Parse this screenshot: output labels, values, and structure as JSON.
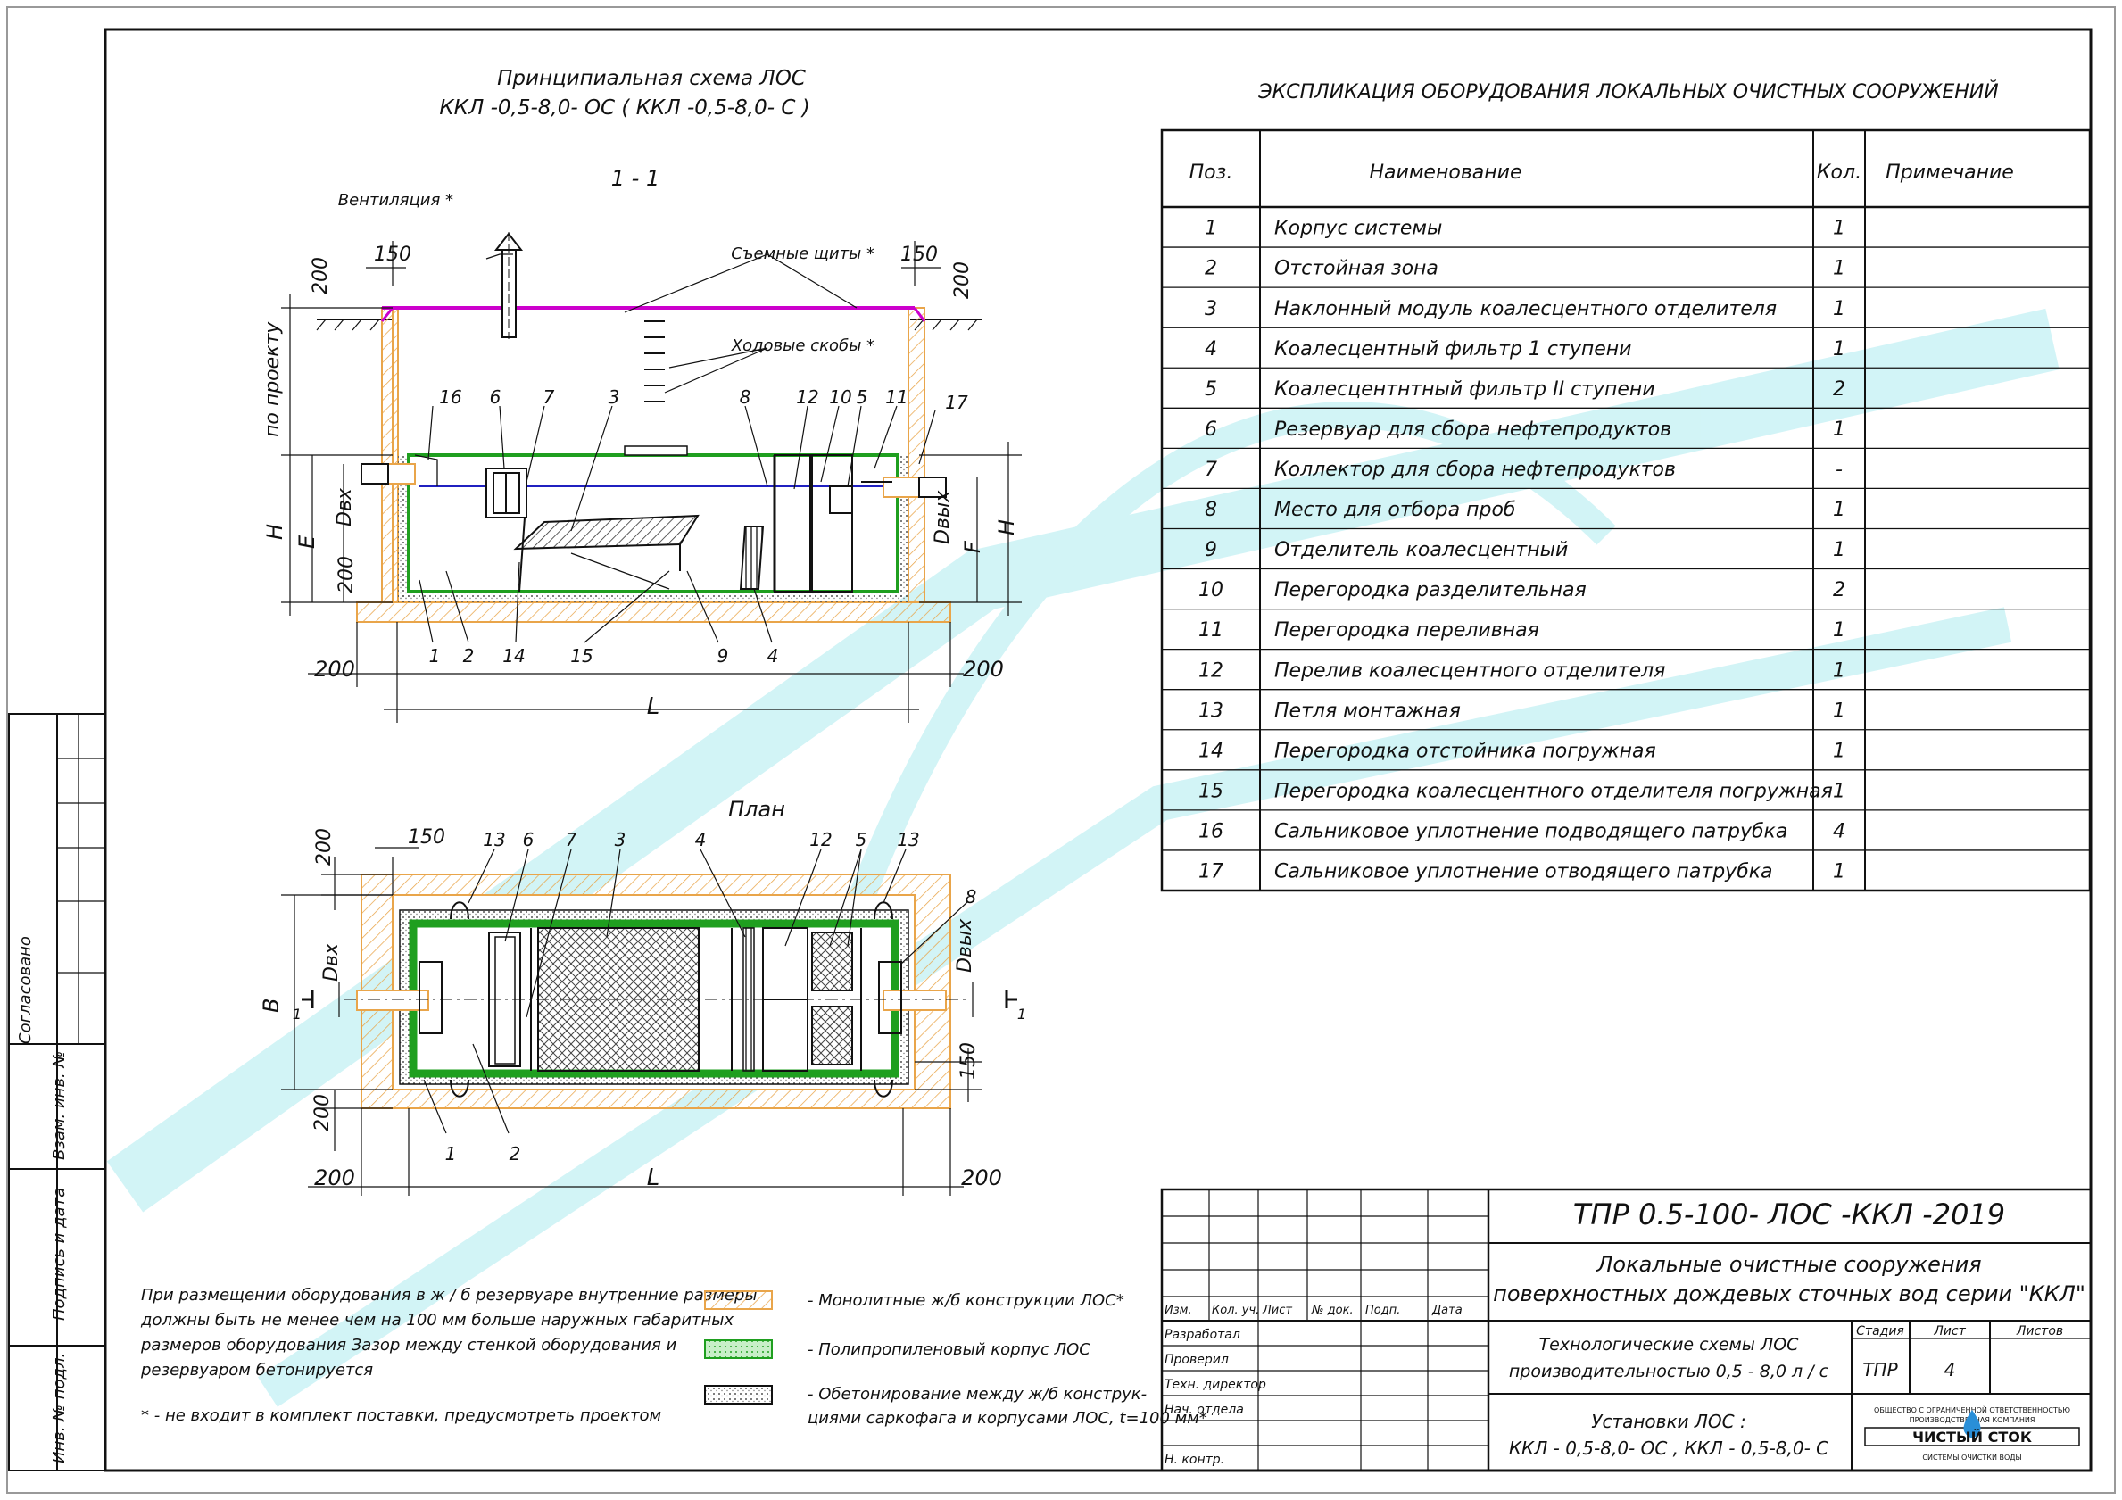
{
  "scheme": {
    "title_line1": "Принципиальная схема  ЛОС",
    "title_line2": "ККЛ -0,5-8,0- ОС   ( ККЛ -0,5-8,0- С )",
    "section_label": "1 - 1",
    "plan_label": "План"
  },
  "section_labels": {
    "ventilation": "Вентиляция *",
    "removable_panels": "Съемные щиты *",
    "ladder_rungs": "Ходовые скобы *",
    "by_project": "по проекту",
    "d150_left": "150",
    "d150_right": "150",
    "d200_top_left": "200",
    "d200_top_right": "200",
    "d200_side": "200",
    "d200_bottom_left": "200",
    "d200_bottom_right": "200",
    "H": "H",
    "E": "E",
    "F": "F",
    "D_in": "Dвх",
    "D_out": "Dвых",
    "L": "L",
    "top_callouts": [
      "16",
      "6",
      "7",
      "3",
      "8",
      "12",
      "10",
      "5",
      "11",
      "17"
    ],
    "bottom_callouts": [
      "1",
      "2",
      "14",
      "15",
      "9",
      "4"
    ]
  },
  "plan_labels": {
    "d200_top": "200",
    "d150_top": "150",
    "d150_side": "150",
    "d200_bottom": "200",
    "d200_left": "200",
    "d200_right": "200",
    "B": "B",
    "D_in": "Dвх",
    "D_out": "Dвых",
    "L": "L",
    "cut": "1",
    "top_callouts": [
      "13",
      "6",
      "7",
      "3",
      "4",
      "12",
      "5",
      "13",
      "8"
    ],
    "bottom_callouts": [
      "1",
      "2"
    ]
  },
  "notes": {
    "main": [
      "При размещении оборудования в ж / б резервуаре внутренние размеры",
      "должны быть не менее чем на  100  мм больше наружных габаритных",
      "размеров оборудования Зазор между стенкой оборудования и",
      "резервуаром бетонируется"
    ],
    "footnote": "* - не входит в комплект поставки, предусмотреть проектом"
  },
  "legend": [
    {
      "label": "- Монолитные ж/б конструкции ЛОС*"
    },
    {
      "label": "- Полипропиленовый корпус ЛОС"
    },
    {
      "label_lines": [
        "- Обетонирование между ж/б конструк-",
        "циями саркофага и корпусами ЛОС, t=100 мм*"
      ]
    }
  ],
  "explication": {
    "title": "ЭКСПЛИКАЦИЯ ОБОРУДОВАНИЯ ЛОКАЛЬНЫХ ОЧИСТНЫХ СООРУЖЕНИЙ",
    "headers": [
      "Поз.",
      "Наименование",
      "Кол.",
      "Примечание"
    ],
    "rows": [
      [
        "1",
        "Корпус системы",
        "1"
      ],
      [
        "2",
        "Отстойная зона",
        "1"
      ],
      [
        "3",
        "Наклонный модуль коалесцентного отделителя",
        "1"
      ],
      [
        "4",
        "Коалесцентный фильтр  1  ступени",
        "1"
      ],
      [
        "5",
        "Коалесцентнтный фильтр  II  ступени",
        "2"
      ],
      [
        "6",
        "Резервуар для сбора нефтепродуктов",
        "1"
      ],
      [
        "7",
        "Коллектор для сбора нефтепродуктов",
        "-"
      ],
      [
        "8",
        "Место для отбора проб",
        "1"
      ],
      [
        "9",
        "Отделитель коалесцентный",
        "1"
      ],
      [
        "10",
        "Перегородка разделительная",
        "2"
      ],
      [
        "11",
        "Перегородка переливная",
        "1"
      ],
      [
        "12",
        "Перелив коалесцентного отделителя",
        "1"
      ],
      [
        "13",
        "Петля монтажная",
        "1"
      ],
      [
        "14",
        "Перегородка отстойника погружная",
        "1"
      ],
      [
        "15",
        "Перегородка коалесцентного отделителя погружная",
        "1"
      ],
      [
        "16",
        "Сальниковое уплотнение подводящего патрубка",
        "4"
      ],
      [
        "17",
        "Сальниковое уплотнение отводящего патрубка",
        "1"
      ]
    ]
  },
  "stamp": {
    "code": "ТПР  0.5-100- ЛОС -ККЛ -2019",
    "title_line1": "Локальные очистные сооружения",
    "title_line2": "поверхностных дождевых сточных вод серии  \"ККЛ\"",
    "sheet_title_line1": "Технологические схемы ЛОС",
    "sheet_title_line2": "производительностью   0,5 - 8,0  л / с",
    "install_line1": "Установки ЛОС :",
    "install_line2": "ККЛ - 0,5-8,0- ОС , ККЛ - 0,5-8,0- С",
    "col_headers": [
      "Изм.",
      "Кол. уч.",
      "Лист",
      "№ док.",
      "Подп.",
      "Дата"
    ],
    "roles": [
      "Разработал",
      "Проверил",
      "Техн. директор",
      "Нач. отдела",
      "Н. контр."
    ],
    "stage_label": "Стадия",
    "sheet_label": "Лист",
    "sheets_label": "Листов",
    "stage_value": "ТПР",
    "sheet_value": "4",
    "company_line1": "ОБЩЕСТВО С ОГРАНИЧЕННОЙ   ОТВЕТСТВЕННОСТЬЮ",
    "company_line2": "ПРОИЗВОДСТВЕННАЯ       КОМПАНИЯ",
    "company_name": "ЧИСТЫЙ СТОК",
    "company_tagline": "СИСТЕМЫ ОЧИСТКИ ВОДЫ"
  },
  "side_stamp": {
    "agreed": "Согласовано",
    "inv_replace": "Взам. инв. №",
    "sign_date": "Подпись и дата",
    "inv_orig": "Инв. № подл."
  },
  "colors": {
    "concrete": "#e9a54a",
    "polypropylene": "#1f9f1f",
    "water_line": "#2020c0",
    "panels": "#cc00cc",
    "watermark": "#7fe0e8"
  }
}
